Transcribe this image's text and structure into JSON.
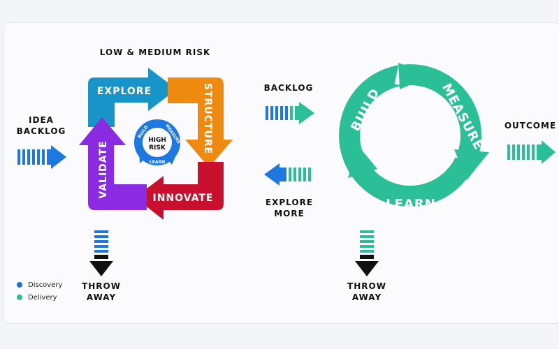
{
  "labels": {
    "low_medium_risk": "LOW & MEDIUM RISK",
    "idea_backlog_line1": "IDEA",
    "idea_backlog_line2": "BACKLOG",
    "backlog": "BACKLOG",
    "explore_more_line1": "EXPLORE",
    "explore_more_line2": "MORE",
    "outcome": "OUTCOME",
    "throw_away_line1": "THROW",
    "throw_away_line2": "AWAY"
  },
  "square_cycle": {
    "explore": "EXPLORE",
    "structure": "STRUCTURE",
    "innovate": "INNOVATE",
    "validate": "VALIDATE",
    "inner": {
      "build": "BUILD",
      "measure": "MEASURE",
      "learn": "LEARN",
      "high": "HIGH",
      "risk": "RISK"
    }
  },
  "circle_cycle": {
    "build": "BUILD",
    "measure": "MEASURE",
    "learn": "LEARN"
  },
  "legend": [
    {
      "label": "Discovery",
      "color": "#1f6fd6"
    },
    {
      "label": "Delivery",
      "color": "#2bbf97"
    }
  ],
  "colors": {
    "discovery_blue": "#1f78e0",
    "delivery_teal": "#2bbf97",
    "explore_teal": "#1795c9",
    "structure_orange": "#ef8a11",
    "innovate_red": "#c8102e",
    "validate_purple": "#8a2be2",
    "black": "#111111"
  }
}
